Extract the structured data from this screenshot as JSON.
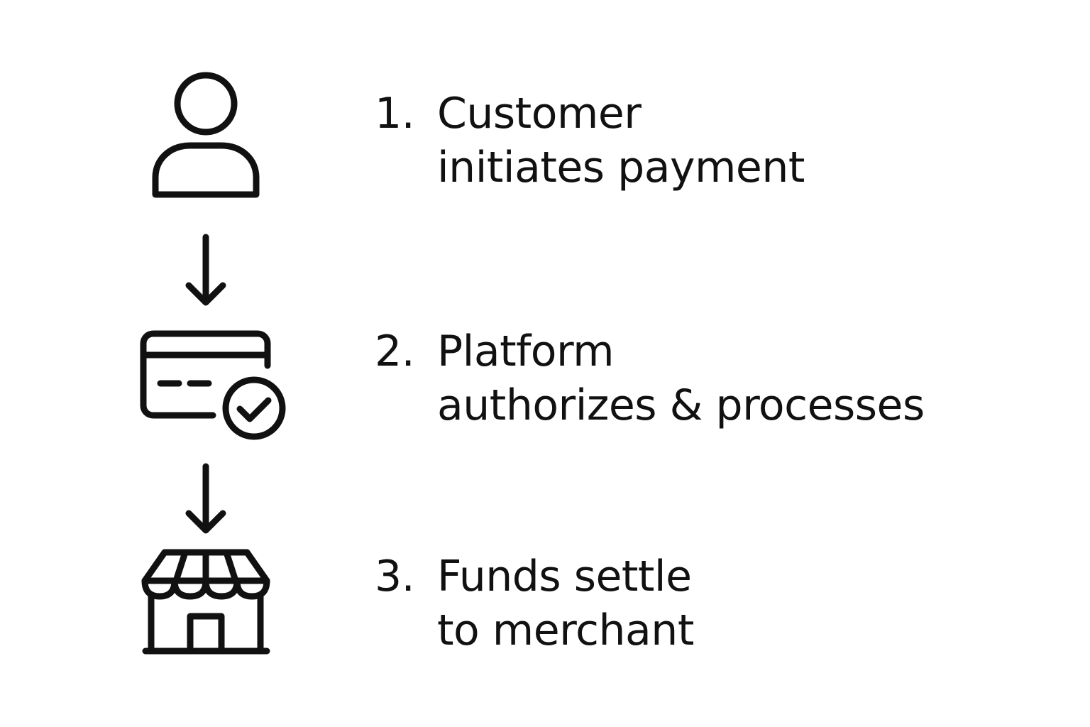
{
  "steps": [
    {
      "number": "1.",
      "line1": "Customer",
      "line2": "initiates payment",
      "icon": "user-icon"
    },
    {
      "number": "2.",
      "line1": "Platform",
      "line2": "authorizes & processes",
      "icon": "credit-card-check-icon"
    },
    {
      "number": "3.",
      "line1": "Funds settle",
      "line2": "to merchant",
      "icon": "storefront-icon"
    }
  ],
  "colors": {
    "ink": "#111111",
    "background": "#ffffff"
  }
}
